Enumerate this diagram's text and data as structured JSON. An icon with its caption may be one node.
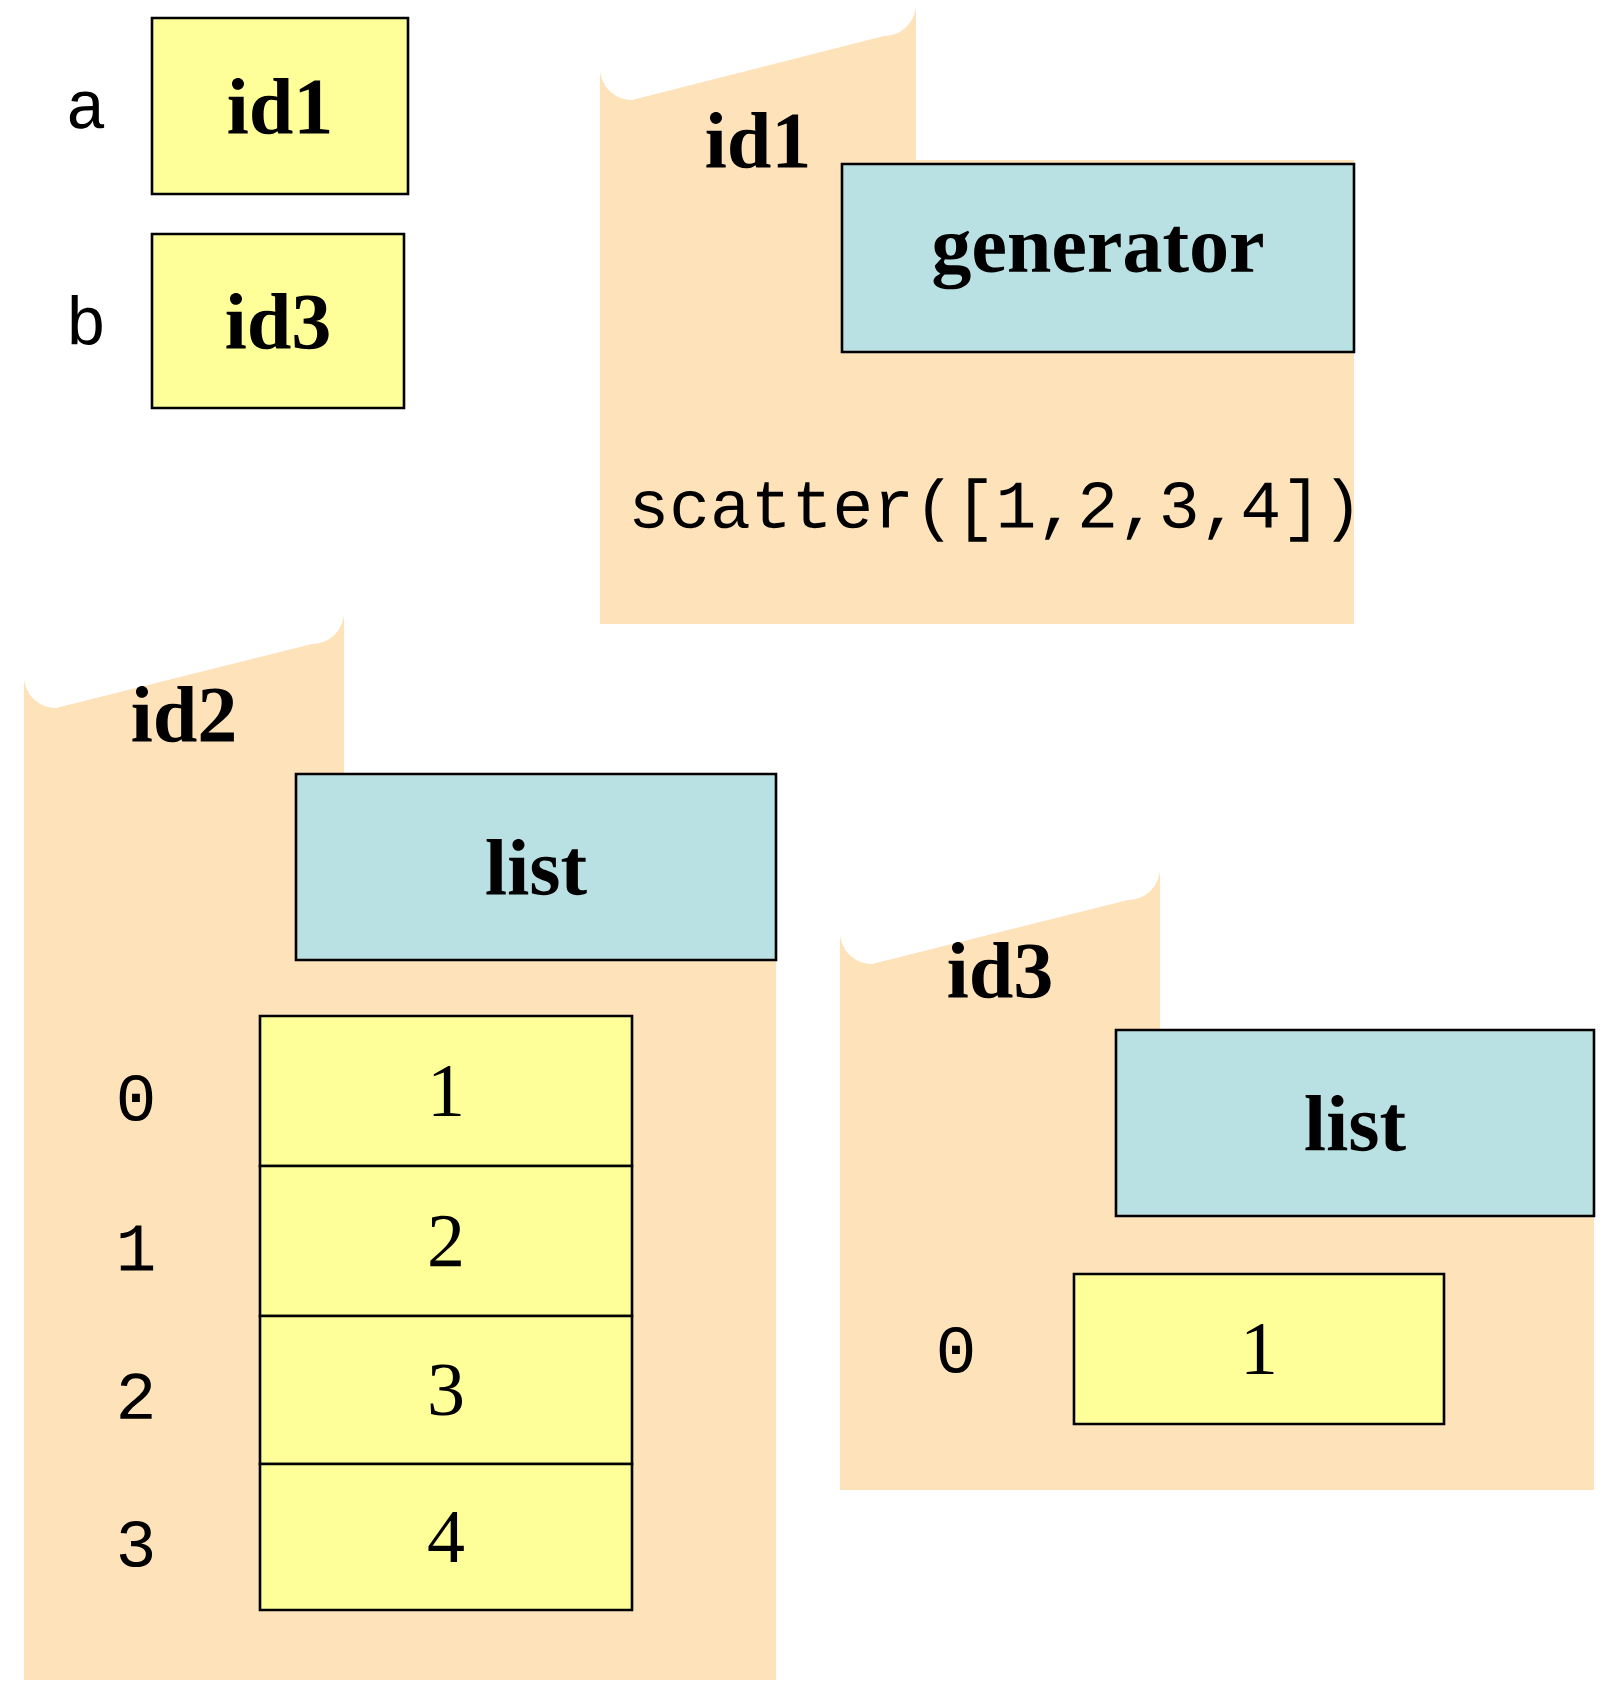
{
  "diagram": {
    "nodes": [
      {
        "text": [
          "id1"
        ],
        "beside": [
          "a"
        ]
      },
      {
        "text": [
          "id3"
        ],
        "beside": [
          "b"
        ]
      },
      {
        "text": [
          "id1",
          "scatter([1,2,3,4])"
        ]
      },
      {
        "text": [
          "generator"
        ],
        "in": 2
      },
      {
        "text": [
          "id2"
        ]
      },
      {
        "text": [
          "list"
        ],
        "in": 4
      },
      {
        "text": [
          "1"
        ],
        "in": 4,
        "beside": [
          "0"
        ]
      },
      {
        "text": [
          "2"
        ],
        "in": 4,
        "beside": [
          "1"
        ]
      },
      {
        "text": [
          "3"
        ],
        "in": 4,
        "beside": [
          "2"
        ]
      },
      {
        "text": [
          "4"
        ],
        "in": 4,
        "beside": [
          "3"
        ]
      },
      {
        "text": [
          "id3"
        ]
      },
      {
        "text": [
          "list"
        ],
        "in": 10
      },
      {
        "text": [
          "1"
        ],
        "in": 10,
        "beside": [
          "0"
        ]
      }
    ]
  }
}
